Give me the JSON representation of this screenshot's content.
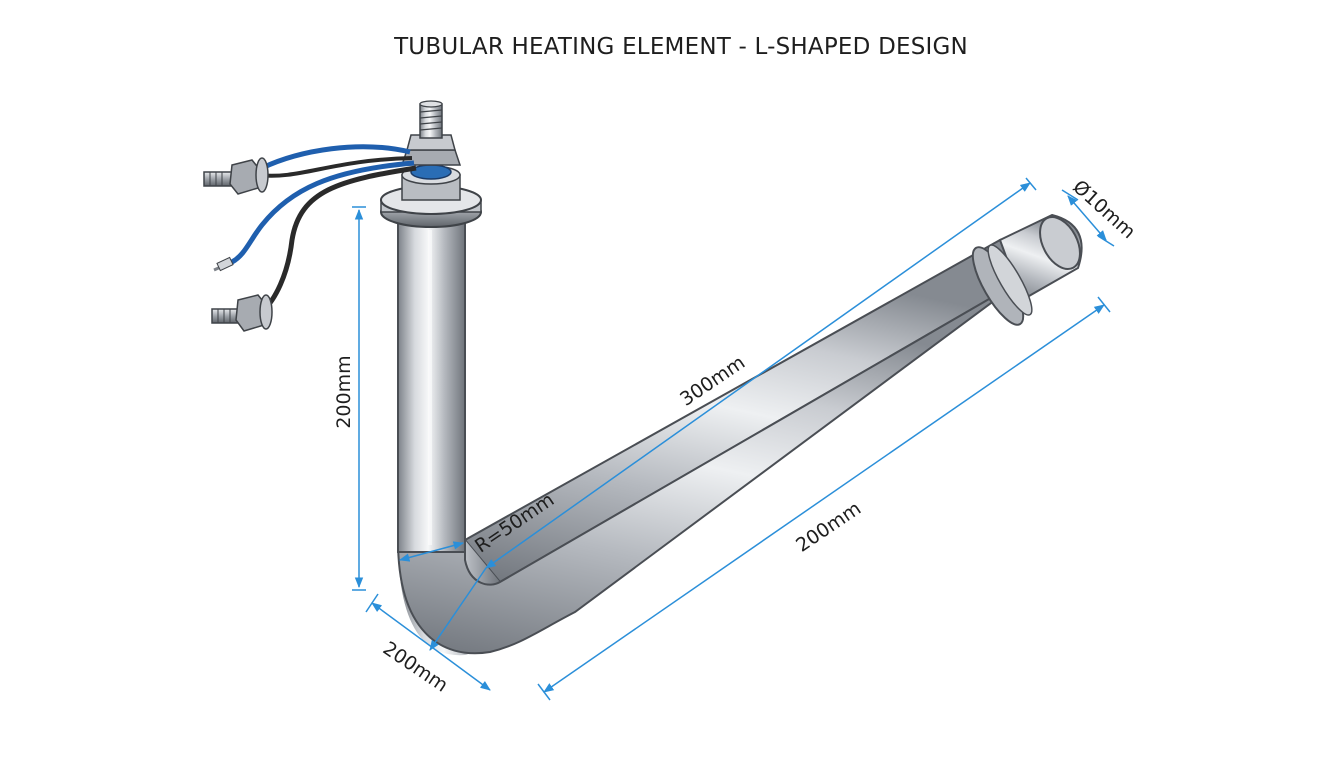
{
  "title": "TUBULAR HEATING ELEMENT - L-SHAPED DESIGN",
  "dimensions": {
    "vertical_leg": "200mm",
    "horizontal_leg_top": "300mm",
    "horizontal_leg_bottom": "200mm",
    "base_length": "200mm",
    "bend_radius": "R=50mm",
    "diameter": "Ø10mm"
  },
  "colors": {
    "dimension_line": "#2b8fd9",
    "tube_metal": "#b8bcc2",
    "wire_blue": "#1f5fae",
    "wire_black": "#2a2a2a"
  }
}
